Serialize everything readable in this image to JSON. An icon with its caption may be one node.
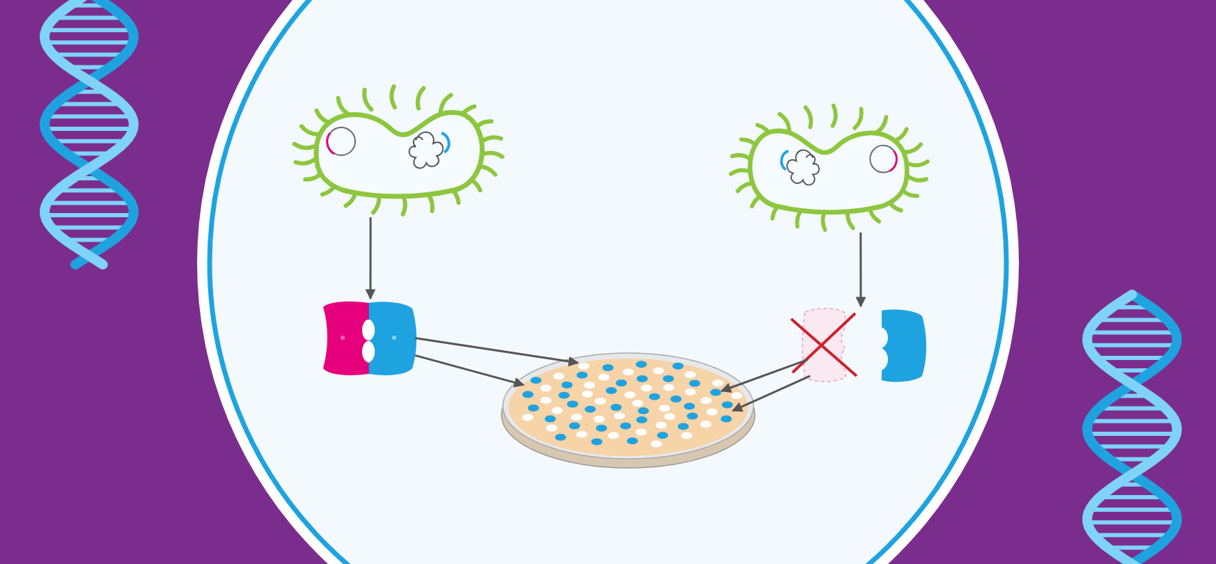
{
  "diagram": {
    "nodes": [
      {
        "text": [],
        "shape": "picture"
      },
      {
        "text": [],
        "shape": "picture"
      },
      {
        "text": [],
        "shape": "picture"
      },
      {
        "text": [],
        "shape": "picture"
      },
      {
        "text": [],
        "shape": "picture"
      }
    ],
    "edges": [
      {
        "from": 0,
        "to": 2,
        "arrow": "to"
      },
      {
        "from": 1,
        "to": 3,
        "arrow": "to"
      },
      {
        "from": 2,
        "to": 4,
        "arrow": "to"
      },
      {
        "from": 2,
        "to": 4,
        "arrow": "to"
      },
      {
        "from": 3,
        "to": 4,
        "arrow": "to"
      },
      {
        "from": 3,
        "to": 4,
        "arrow": "to"
      }
    ]
  }
}
